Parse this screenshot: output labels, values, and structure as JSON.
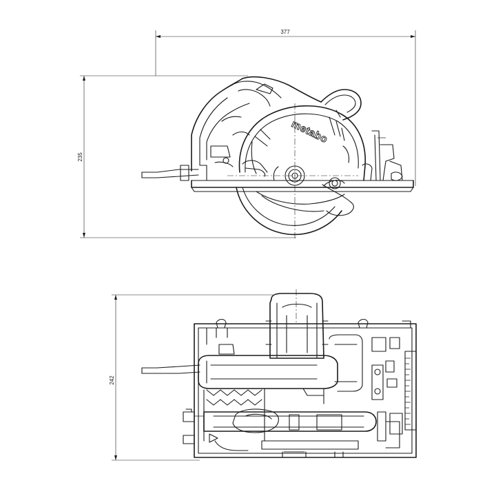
{
  "dimensions": {
    "length_label": "377",
    "height_label": "235",
    "width_label": "242"
  },
  "brand": {
    "logo_text": "metabo"
  },
  "colors": {
    "line": "#1a1a1a",
    "background": "#ffffff"
  }
}
